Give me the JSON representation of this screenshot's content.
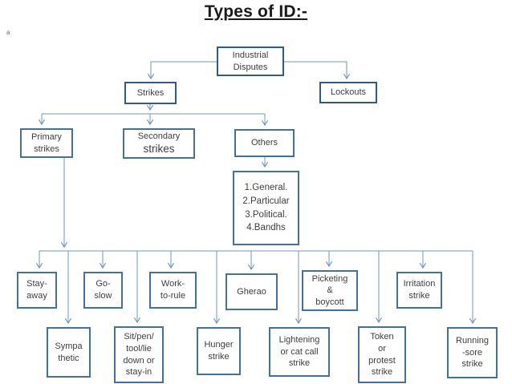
{
  "title": "Types of ID:-",
  "margin_note": "a",
  "colors": {
    "box_border": "#41719c",
    "box_border_dark": "#2f5a8b",
    "connector": "#7295c2",
    "text": "#3d3d3d",
    "title_text": "#1a1a1a"
  },
  "nodes": {
    "industrial_disputes": "Industrial\nDisputes",
    "strikes": "Strikes",
    "lockouts": "Lockouts",
    "primary_strikes": "Primary\nstrikes",
    "secondary_line1": "Secondary",
    "secondary_line2": "strikes",
    "others": "Others",
    "others_types": "1.General.\n2.Particular\n3.Political.\n4.Bandhs",
    "stay_away": "Stay-\naway",
    "go_slow": "Go-\nslow",
    "work_to_rule": "Work-\nto-rule",
    "gherao": "Gherao",
    "picketing_boycott": "Picketing\n&\nboycott",
    "irritation_strike": "Irritation\nstrike",
    "sympathetic": "Sympa\nthetic",
    "sit_pen_tool_lie": "Sit/pen/\ntool/lie\ndown or\nstay-in",
    "hunger_strike": "Hunger\nstrike",
    "lightening_cat_call": "Lightening\nor cat call\nstrike",
    "token_protest": "Token\nor\nprotest\nstrike",
    "running_sore": "Running\n-sore\nstrike"
  }
}
